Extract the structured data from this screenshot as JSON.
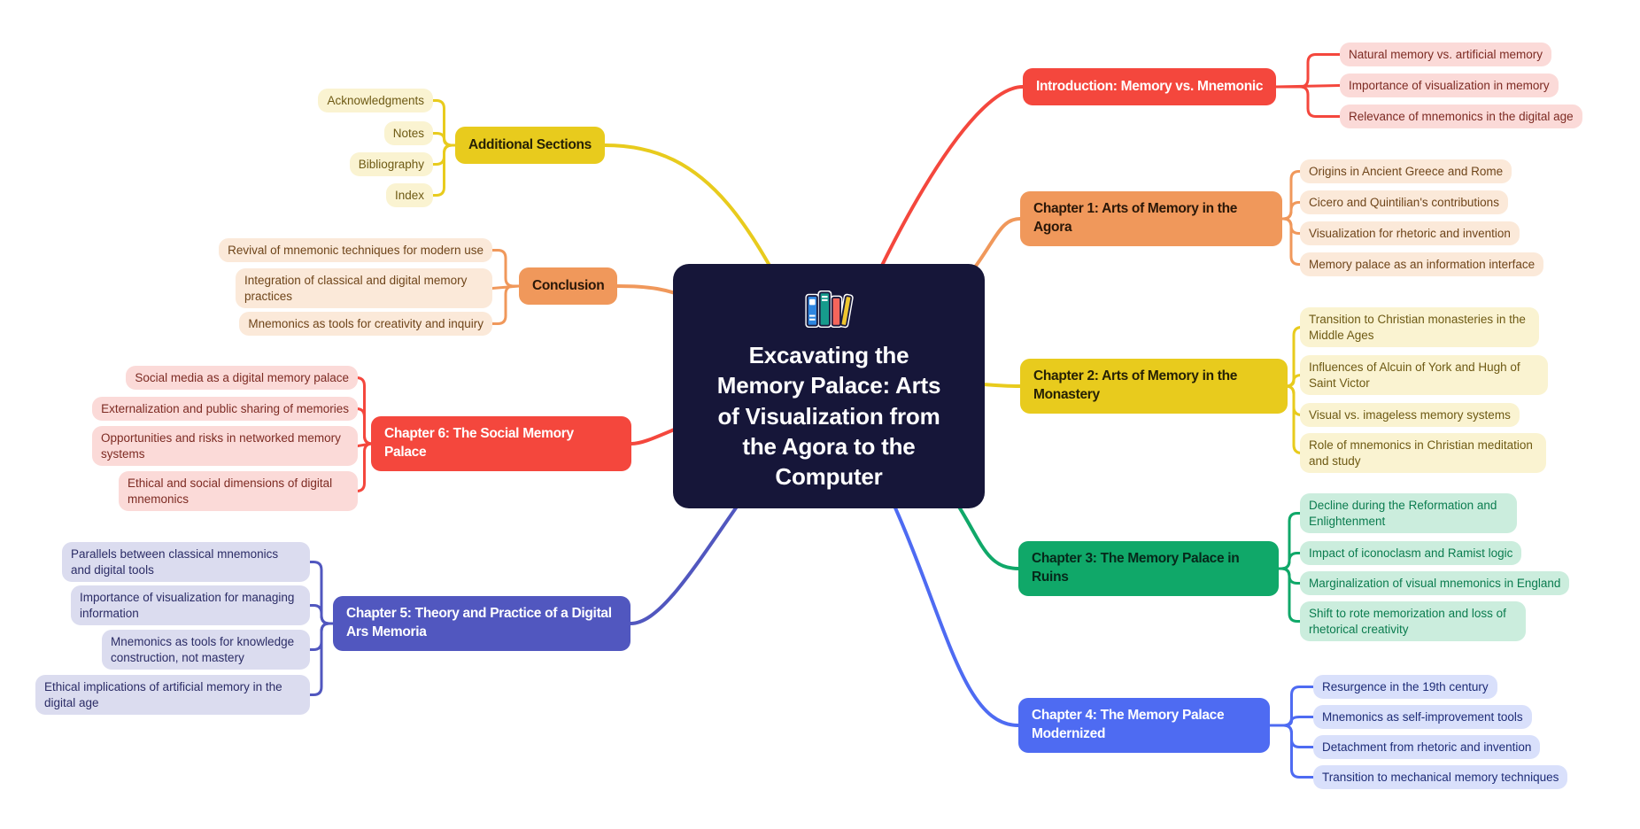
{
  "app": {
    "background": "#FFFFFF"
  },
  "central": {
    "icon": "books-icon",
    "title_lines": [
      "Excavating the",
      "Memory Palace: Arts",
      "of Visualization from",
      "the Agora to the",
      "Computer"
    ],
    "bg": "#161639",
    "text_color": "#FFFFFF"
  },
  "branches": [
    {
      "label": "Introduction: Memory vs. Mnemonic",
      "side": "right",
      "color": "#F4473D",
      "node_text": "#FFFFFF",
      "child_bg": "#FBDAD8",
      "child_text": "#7D2B23",
      "children": [
        "Natural memory vs. artificial memory",
        "Importance of visualization in memory",
        "Relevance of mnemonics in the digital age"
      ]
    },
    {
      "label": "Chapter 1: Arts of Memory in the Agora",
      "side": "right",
      "color": "#F0985B",
      "node_text": "#2A1708",
      "child_bg": "#FBE9D9",
      "child_text": "#6F451A",
      "children": [
        "Origins in Ancient Greece and Rome",
        "Cicero and Quintilian's contributions",
        "Visualization for rhetoric and invention",
        "Memory palace as an information interface"
      ]
    },
    {
      "label": "Chapter 2: Arts of Memory in the Monastery",
      "side": "right",
      "color": "#E8CB1D",
      "node_text": "#262105",
      "child_bg": "#FAF3D1",
      "child_text": "#6E5A14",
      "children": [
        "Transition to Christian monasteries in the Middle Ages",
        "Influences of Alcuin of York and Hugh of Saint Victor",
        "Visual vs. imageless memory systems",
        "Role of mnemonics in Christian meditation and study"
      ]
    },
    {
      "label": "Chapter 3: The Memory Palace in Ruins",
      "side": "right",
      "color": "#10A869",
      "node_text": "#06281A",
      "child_bg": "#CBEDDD",
      "child_text": "#0B7C4F",
      "children": [
        "Decline during the Reformation and Enlightenment",
        "Impact of iconoclasm and Ramist logic",
        "Marginalization of visual mnemonics in England",
        "Shift to rote memorization and loss of rhetorical creativity"
      ]
    },
    {
      "label": "Chapter 4: The Memory Palace Modernized",
      "side": "right",
      "color": "#4E6BF2",
      "node_text": "#FFFFFF",
      "child_bg": "#D9E0FB",
      "child_text": "#1E2C77",
      "children": [
        "Resurgence in the 19th century",
        "Mnemonics as self-improvement tools",
        "Detachment from rhetoric and invention",
        "Transition to mechanical memory techniques"
      ]
    },
    {
      "label": "Additional Sections",
      "side": "left",
      "color": "#E8CB1D",
      "node_text": "#262105",
      "child_bg": "#FAF3D1",
      "child_text": "#6E5A14",
      "children": [
        "Acknowledgments",
        "Notes",
        "Bibliography",
        "Index"
      ]
    },
    {
      "label": "Conclusion",
      "side": "left",
      "color": "#F0985B",
      "node_text": "#2A1708",
      "child_bg": "#FBE9D9",
      "child_text": "#6F451A",
      "children": [
        "Revival of mnemonic techniques for modern use",
        "Integration of classical and digital memory practices",
        "Mnemonics as tools for creativity and inquiry"
      ]
    },
    {
      "label": "Chapter 6: The Social Memory Palace",
      "side": "left",
      "color": "#F4473D",
      "node_text": "#FFFFFF",
      "child_bg": "#FBDAD8",
      "child_text": "#7D2B23",
      "children": [
        "Social media as a digital memory palace",
        "Externalization and public sharing of memories",
        "Opportunities and risks in networked memory systems",
        "Ethical and social dimensions of digital mnemonics"
      ]
    },
    {
      "label": "Chapter 5: Theory and Practice of a Digital Ars Memoria",
      "side": "left",
      "color": "#5157BF",
      "node_text": "#FFFFFF",
      "child_bg": "#DBDCEF",
      "child_text": "#2B2C66",
      "children": [
        "Parallels between classical mnemonics and digital tools",
        "Importance of visualization for managing information",
        "Mnemonics as tools for knowledge construction, not mastery",
        "Ethical implications of artificial memory in the digital age"
      ]
    }
  ]
}
